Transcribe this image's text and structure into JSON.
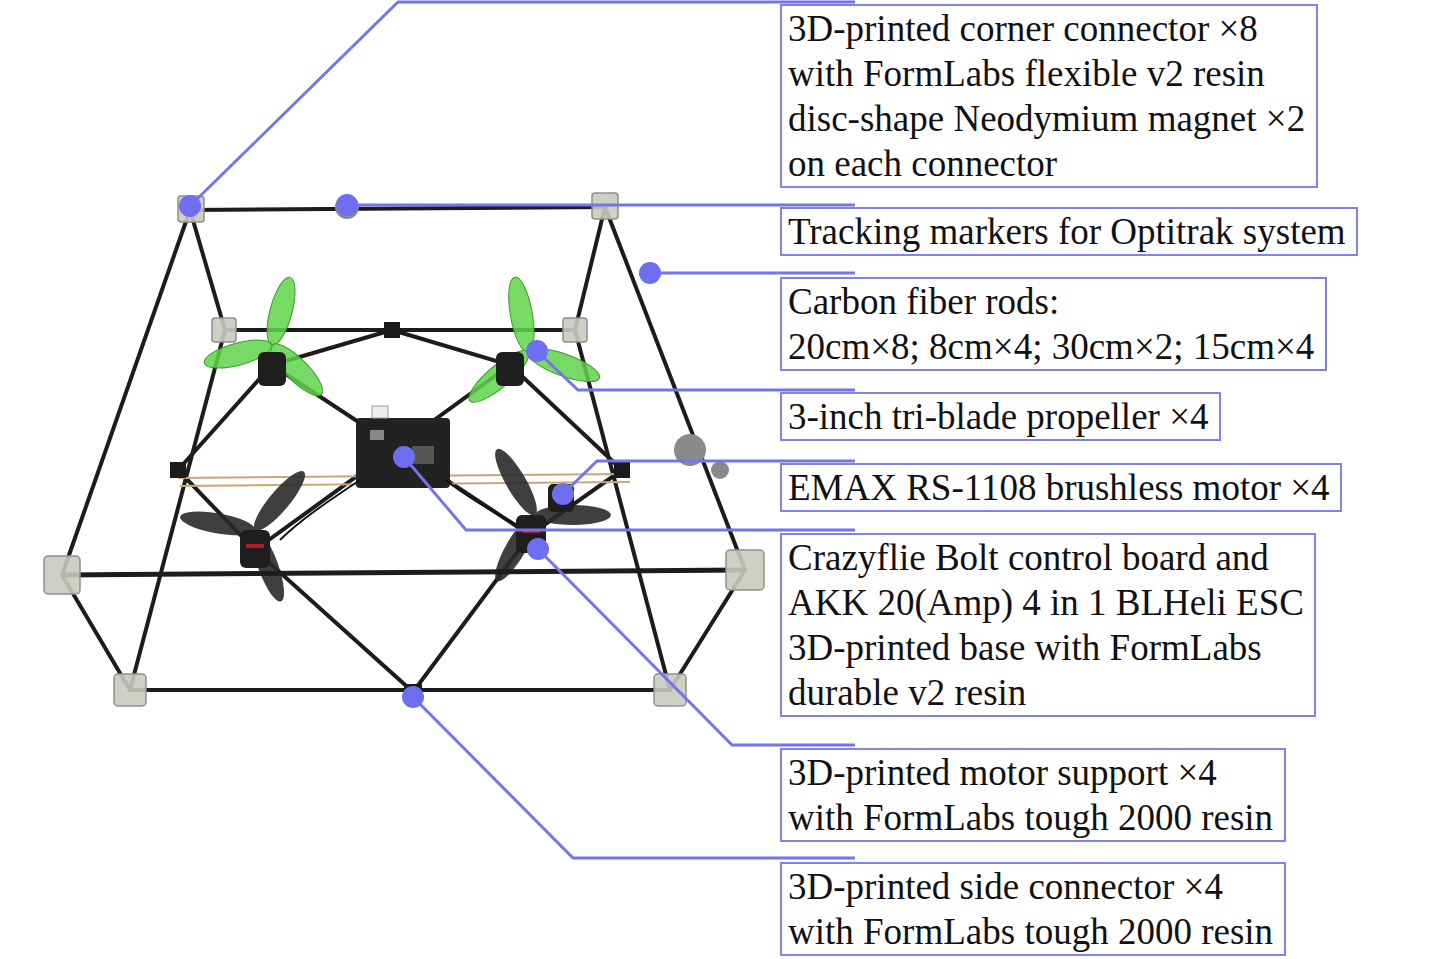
{
  "diagram": {
    "nodes": [
      {
        "text": [
          "3D-printed corner connector ×8 with FormLabs flexible v2 resin",
          "disc-shape Neodymium magnet ×2 on each connector"
        ]
      },
      {
        "text": [
          "Tracking markers for Optitrak system"
        ]
      },
      {
        "text": [
          "Carbon fiber rods:",
          "20cm×8; 8cm×4; 30cm×2; 15cm×4"
        ]
      },
      {
        "text": [
          "3-inch tri-blade propeller ×4"
        ]
      },
      {
        "text": [
          "EMAX RS-1108 brushless motor ×4"
        ]
      },
      {
        "text": [
          "Crazyflie Bolt control board and AKK 20(Amp) 4 in 1 BLHeli ESC",
          "3D-printed base with FormLabs durable v2 resin"
        ]
      },
      {
        "text": [
          "3D-printed motor support ×4 with FormLabs tough 2000 resin"
        ]
      },
      {
        "text": [
          "3D-printed side connector ×4 with FormLabs tough 2000 resin"
        ]
      }
    ]
  }
}
